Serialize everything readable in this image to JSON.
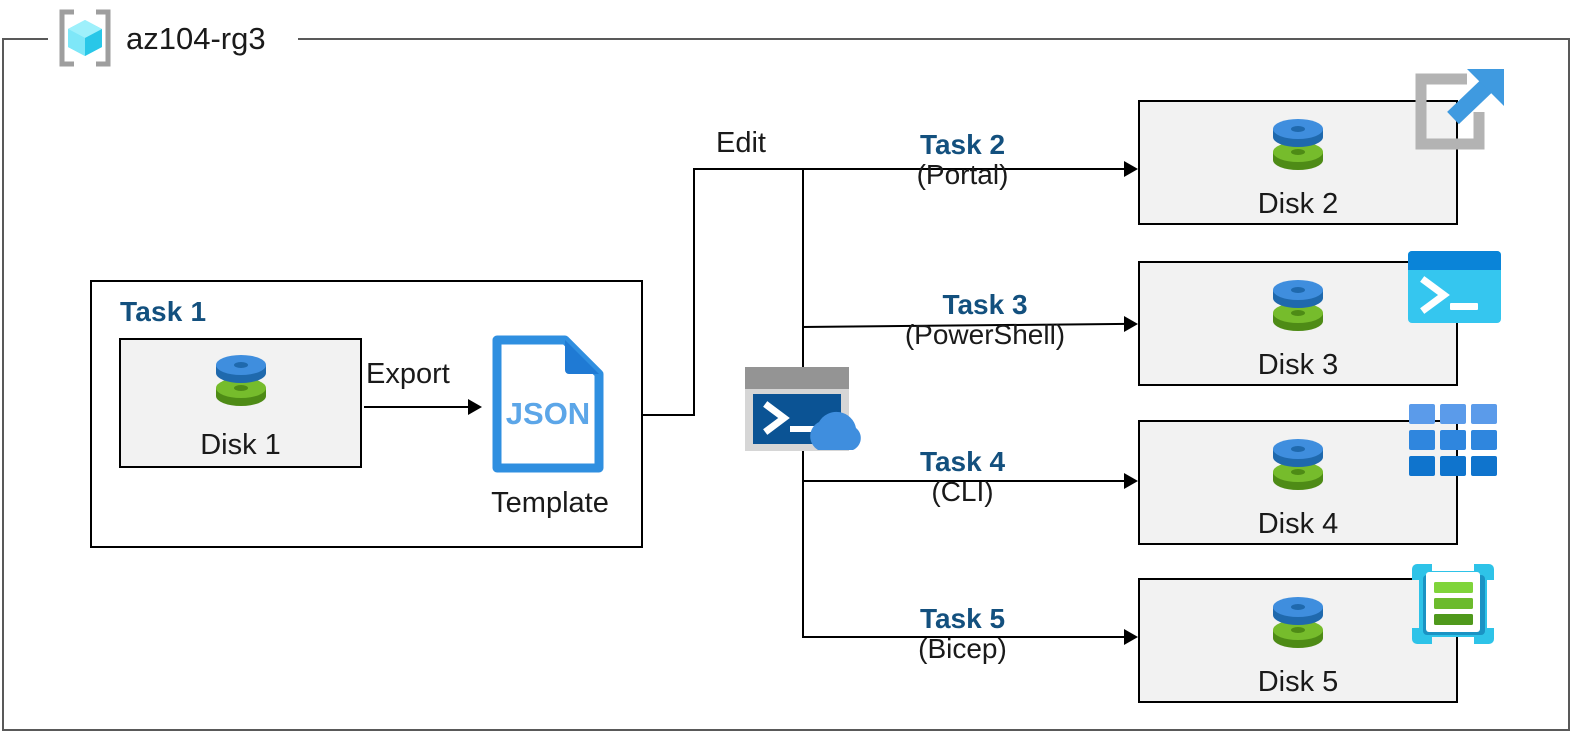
{
  "resource_group": {
    "name": "az104-rg3",
    "icon": "azure-resource-group-icon"
  },
  "task1": {
    "label": "Task 1",
    "disk": {
      "caption": "Disk 1",
      "icon": "managed-disk-icon"
    },
    "export_label": "Export",
    "template": {
      "file_label": "JSON",
      "caption": "Template",
      "icon": "json-file-icon"
    }
  },
  "edit_label": "Edit",
  "cloud_shell": {
    "icon": "cloud-shell-icon"
  },
  "branches": [
    {
      "task": "Task 2",
      "method": "(Portal)",
      "disk": "Disk 2",
      "tool_icon": "azure-portal-icon"
    },
    {
      "task": "Task 3",
      "method": "(PowerShell)",
      "disk": "Disk 3",
      "tool_icon": "powershell-icon"
    },
    {
      "task": "Task 4",
      "method": "(CLI)",
      "disk": "Disk 4",
      "tool_icon": "azure-cli-icon"
    },
    {
      "task": "Task 5",
      "method": "(Bicep)",
      "disk": "Disk 5",
      "tool_icon": "bicep-icon"
    }
  ],
  "colors": {
    "task_label_blue": "#13507e",
    "container_border": "#595959",
    "box_border": "#000000",
    "box_fill": "#f2f2f2",
    "disk_top_blue": "#3e8ede",
    "disk_bottom_green": "#6eb52a",
    "json_blue": "#2f8fe0",
    "cloudshell_dark_blue": "#0b5394",
    "powershell_cyan": "#35c6ef",
    "cli_blue": "#2a7fd4",
    "bicep_cyan": "#2ec3e8"
  }
}
